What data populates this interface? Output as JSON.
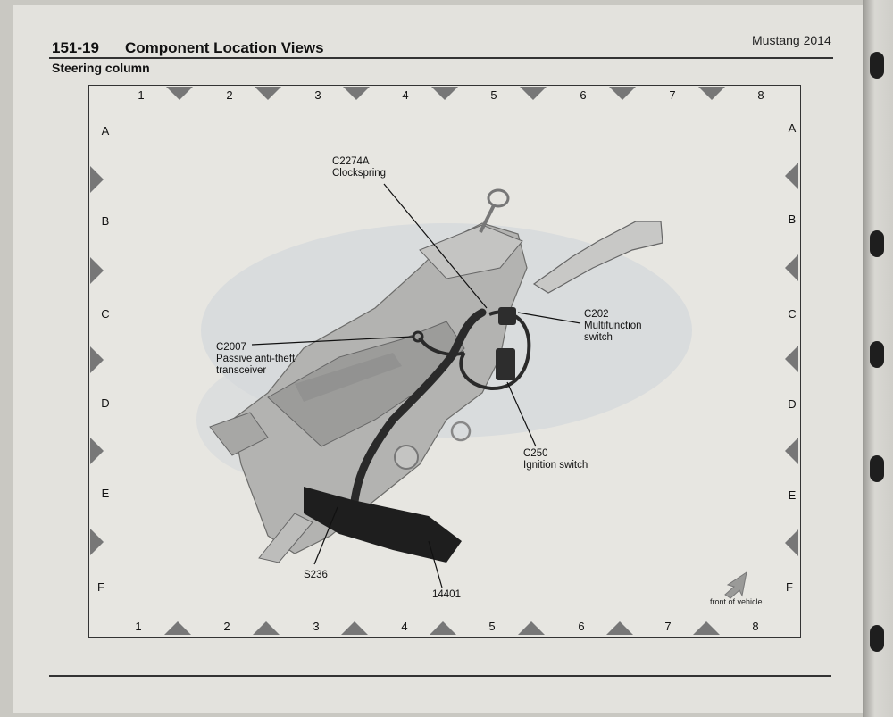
{
  "header": {
    "page_number": "151-19",
    "section_title": "Component Location Views",
    "model": "Mustang 2014",
    "subtitle": "Steering column"
  },
  "grid": {
    "columns": [
      "1",
      "2",
      "3",
      "4",
      "5",
      "6",
      "7",
      "8"
    ],
    "rows": [
      "A",
      "B",
      "C",
      "D",
      "E",
      "F"
    ]
  },
  "callouts": {
    "c2274a": {
      "code": "C2274A",
      "name": "Clockspring"
    },
    "c202": {
      "code": "C202",
      "name_line1": "Multifunction",
      "name_line2": "switch"
    },
    "c2007": {
      "code": "C2007",
      "name_line1": "Passive anti-theft",
      "name_line2": "transceiver"
    },
    "c250": {
      "code": "C250",
      "name": "Ignition switch"
    },
    "s236": {
      "code": "S236"
    },
    "h14401": {
      "code": "14401"
    }
  },
  "orientation_label": "front of vehicle",
  "colors": {
    "paper": "#e3e2dd",
    "frame": "#333333",
    "marker": "#777777"
  }
}
